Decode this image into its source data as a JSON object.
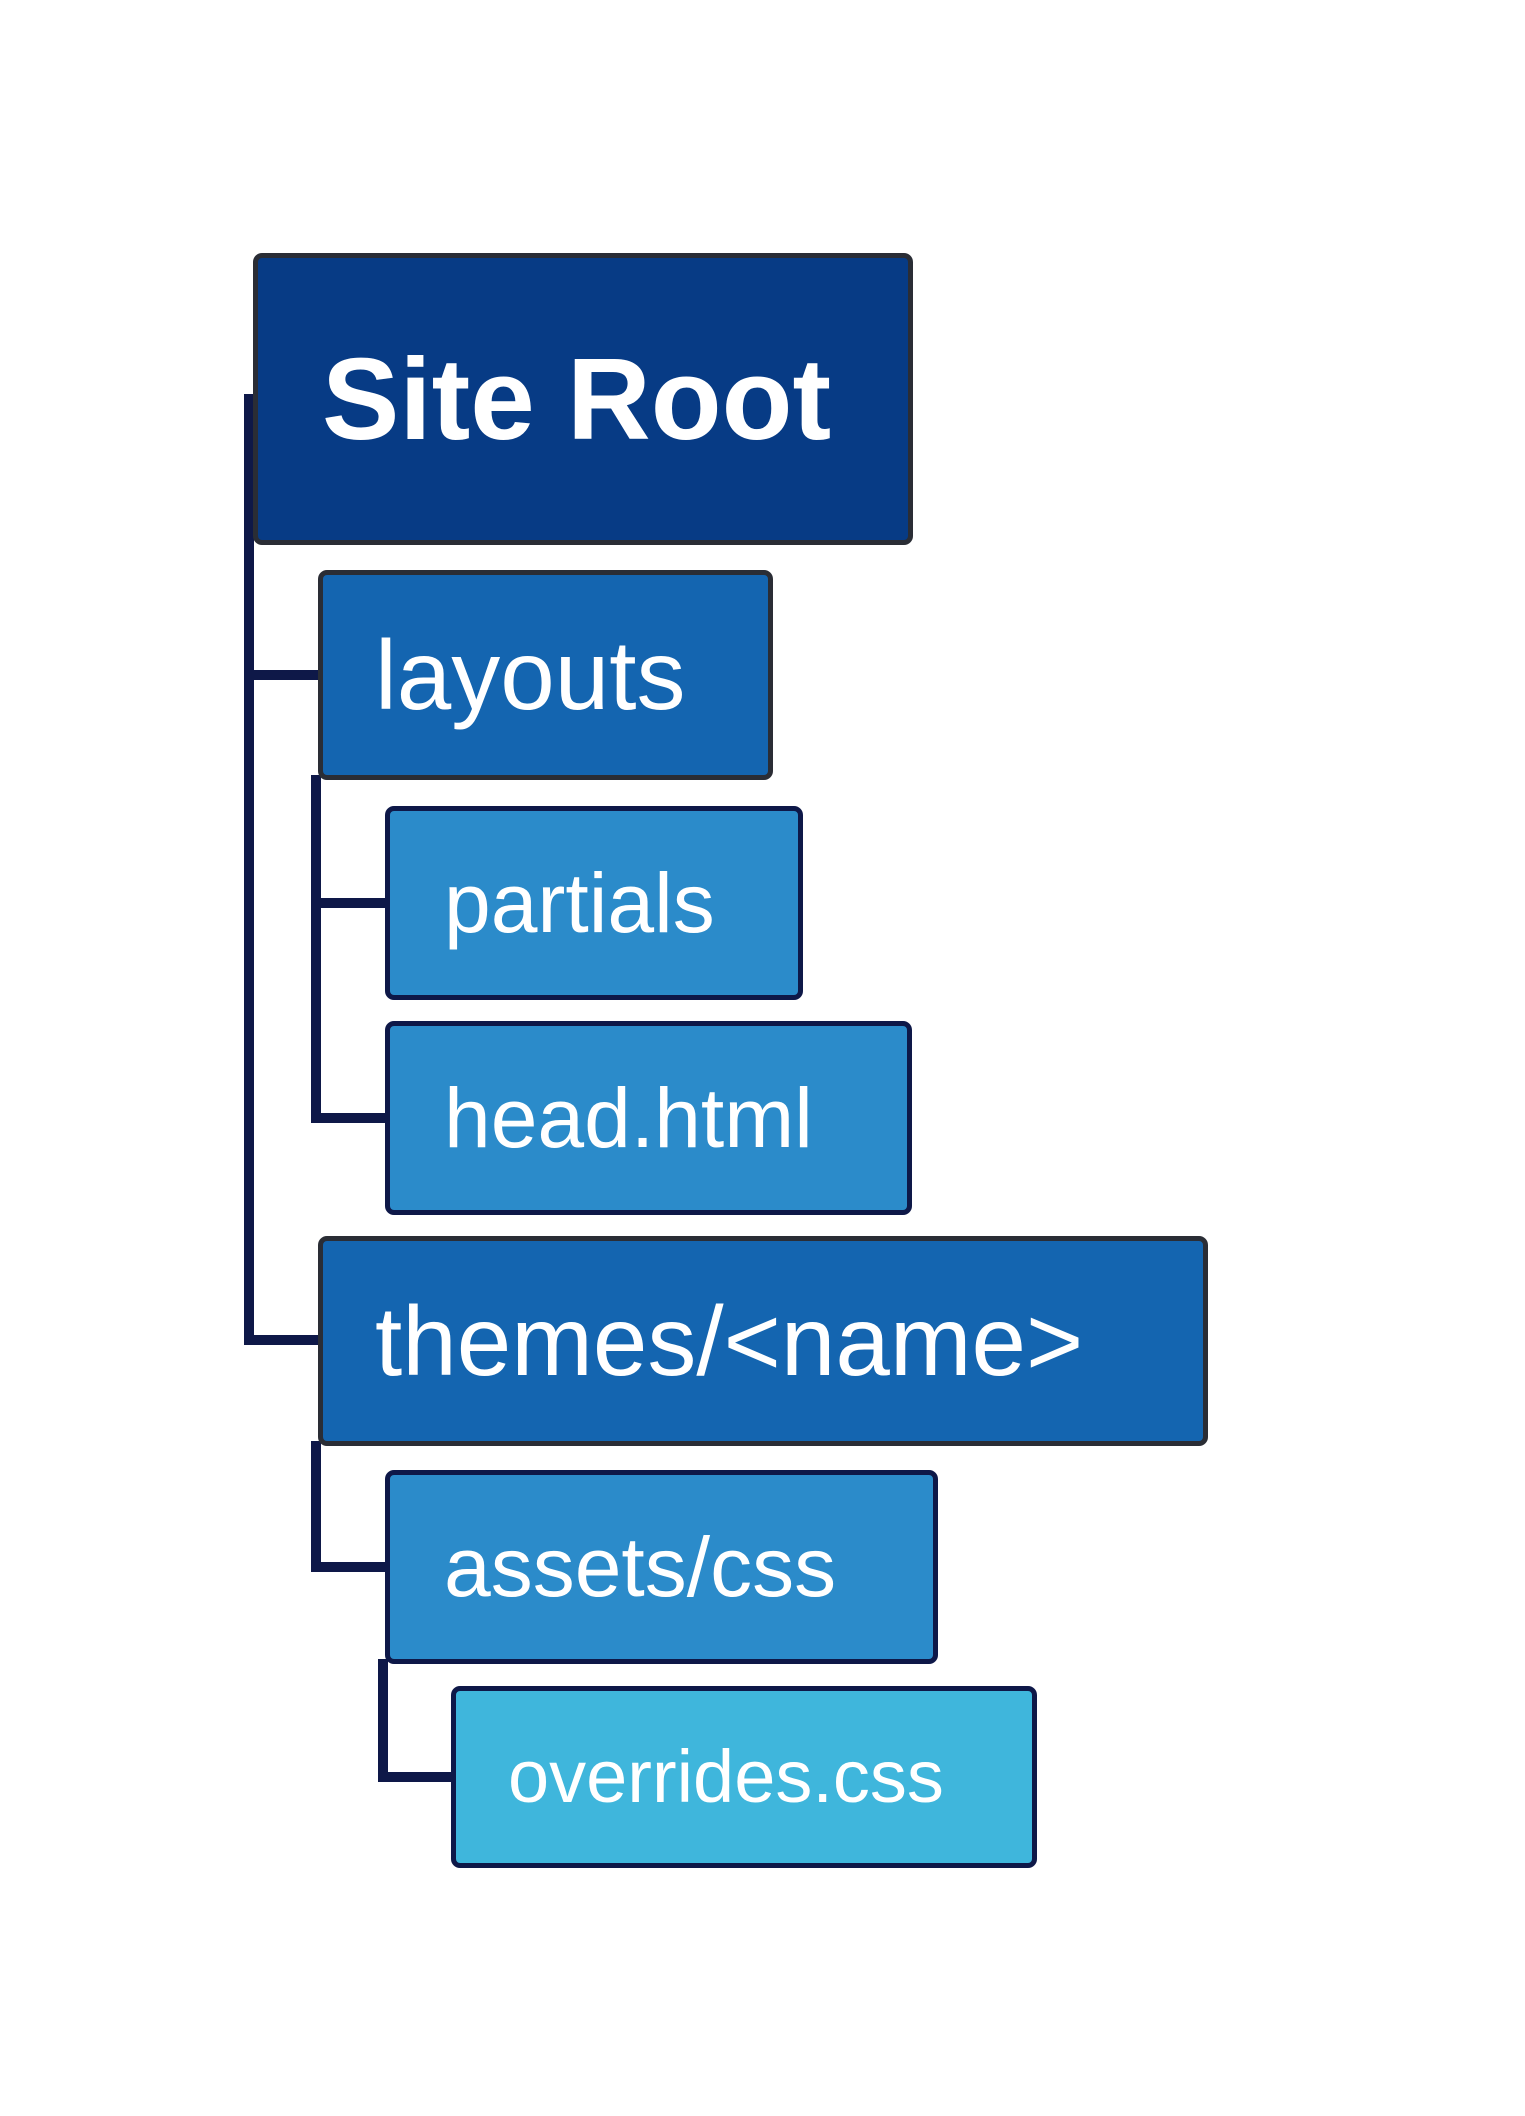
{
  "colors": {
    "level0": "#073b85",
    "level1": "#1465b0",
    "level2": "#2b8bca",
    "level3": "#3fb6dc",
    "connector": "#0e1848"
  },
  "tree": {
    "root": {
      "label": "Site Root",
      "children": [
        {
          "label": "layouts",
          "children": [
            {
              "label": "partials"
            },
            {
              "label": "head.html"
            }
          ]
        },
        {
          "label": "themes/<name>",
          "children": [
            {
              "label": "assets/css",
              "children": [
                {
                  "label": "overrides.css"
                }
              ]
            }
          ]
        }
      ]
    }
  }
}
